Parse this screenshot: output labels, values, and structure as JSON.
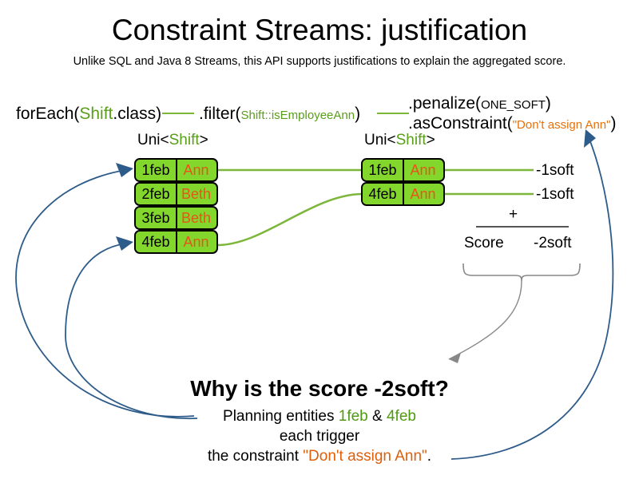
{
  "slide": {
    "title": "Constraint Streams: justification",
    "subtitle": "Unlike SQL and Java 8 Streams, this API supports justifications to explain the aggregated score."
  },
  "code_line": {
    "foreach": {
      "prefix": "forEach(",
      "type": "Shift",
      "suffix": ".class)"
    },
    "filter": {
      "prefix": ".filter(",
      "arg": "Shift::isEmployeeAnn",
      "suffix": ")"
    },
    "penalize": {
      "prefix": ".penalize(",
      "arg": "ONE_SOFT",
      "suffix": ")"
    },
    "as_constraint": {
      "prefix": ".asConstraint(",
      "arg": "\"Don't assign Ann\"",
      "suffix": ")"
    }
  },
  "streams": {
    "left": {
      "label_prefix": "Uni<",
      "label_type": "Shift",
      "label_suffix": ">",
      "rows": [
        {
          "date": "1feb",
          "employee": "Ann"
        },
        {
          "date": "2feb",
          "employee": "Beth"
        },
        {
          "date": "3feb",
          "employee": "Beth"
        },
        {
          "date": "4feb",
          "employee": "Ann"
        }
      ]
    },
    "right": {
      "label_prefix": "Uni<",
      "label_type": "Shift",
      "label_suffix": ">",
      "rows": [
        {
          "date": "1feb",
          "employee": "Ann",
          "penalty": "-1soft"
        },
        {
          "date": "4feb",
          "employee": "Ann",
          "penalty": "-1soft"
        }
      ]
    }
  },
  "score_summary": {
    "operator": "+",
    "label": "Score",
    "total": "-2soft"
  },
  "explanation": {
    "question": "Why is the score -2soft?",
    "line1_prefix": "Planning entities ",
    "line1_entity_a": "1feb",
    "line1_amp": " & ",
    "line1_entity_b": "4feb",
    "line2": "each trigger",
    "line3_prefix": "the constraint ",
    "line3_constraint": "\"Don't assign Ann\"",
    "line3_suffix": "."
  },
  "colors": {
    "box_green": "#82d62c",
    "text_green": "#5a9e1b",
    "orange": "#e8551a",
    "constraint_orange": "#e8700a",
    "connector_green": "#7cb63a",
    "arrow_blue": "#2e5c8a",
    "brace_gray": "#777777"
  }
}
